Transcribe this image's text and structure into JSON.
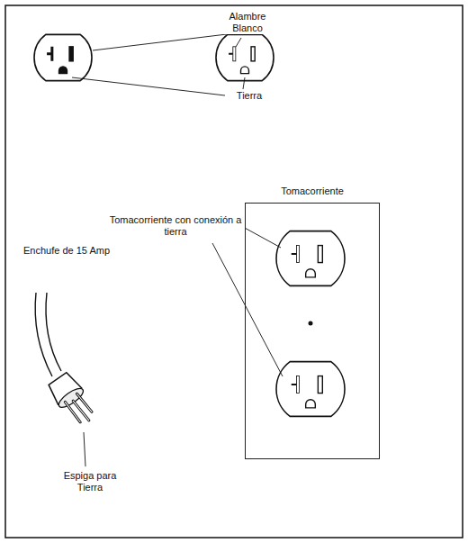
{
  "diagram": {
    "nodes": [
      {
        "text": [
          "Tomacorriente"
        ]
      }
    ],
    "labels": [
      "Alambre Blanco",
      "Tierra",
      "Enchufe de 15 Amp",
      "Tomacorriente con conexión a tierra",
      "Espiga para Tierra"
    ]
  }
}
